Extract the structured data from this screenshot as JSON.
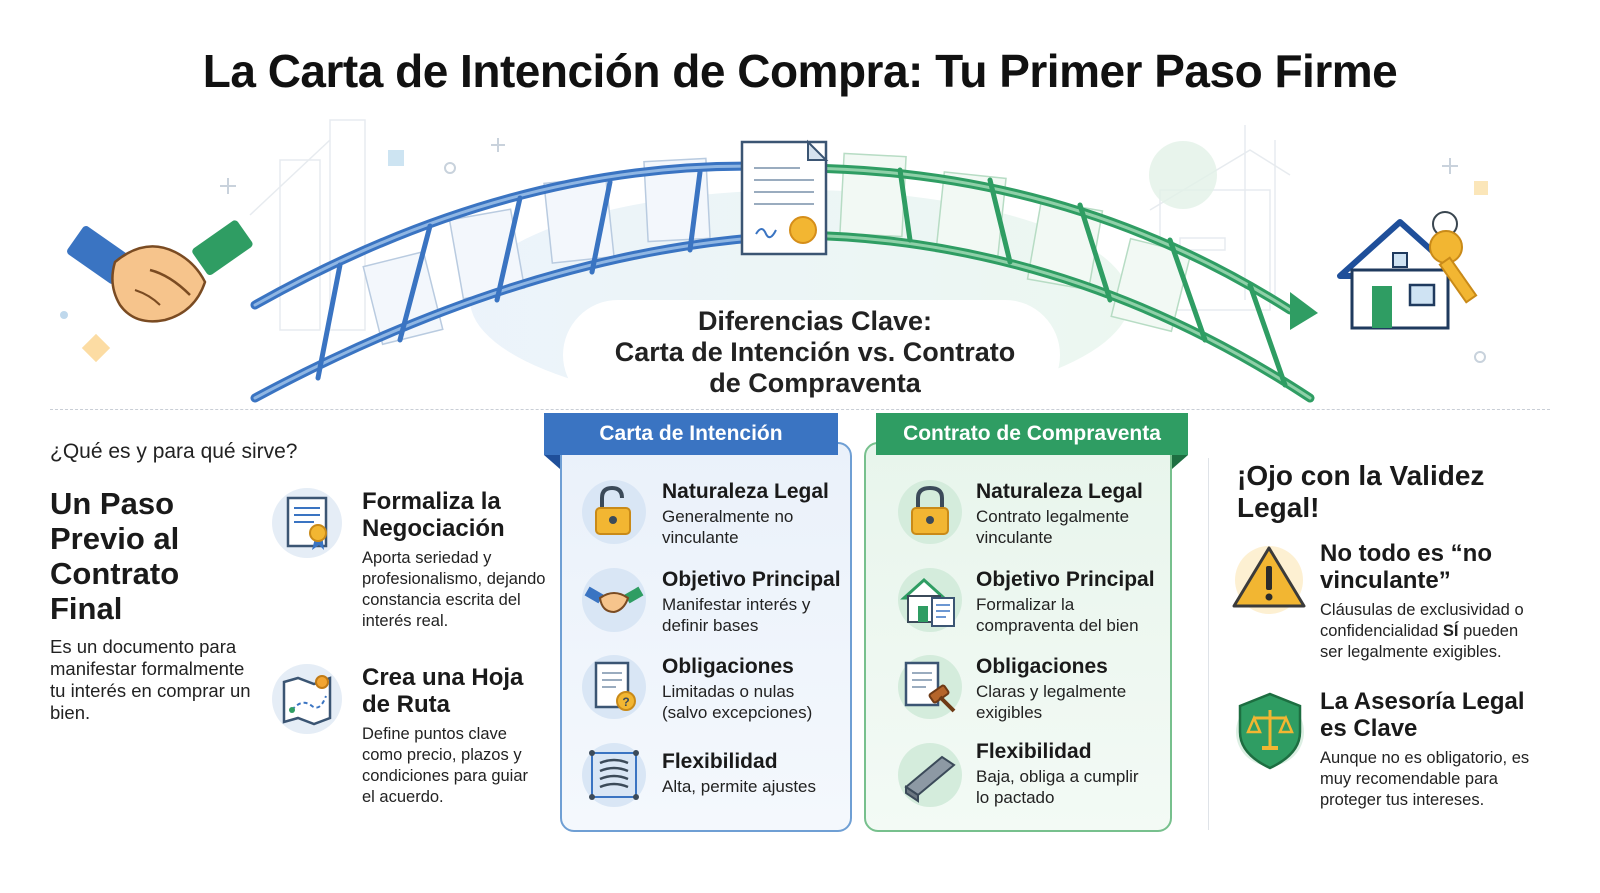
{
  "title": "La Carta de Intención de Compra: Tu Primer Paso Firme",
  "center": {
    "line1": "Diferencias Clave:",
    "line2": "Carta de Intención vs. Contrato",
    "line3": "de Compraventa"
  },
  "left": {
    "question": "¿Qué es y para qué sirve?",
    "heading": "Un Paso Previo al Contrato Final",
    "description": "Es un documento para manifestar formalmente tu interés en comprar un bien.",
    "features": [
      {
        "title": "Formaliza la Negociación",
        "desc": "Aporta seriedad y profesionalismo, dejando constancia escrita del interés real.",
        "icon": "certificate-icon"
      },
      {
        "title": "Crea una Hoja de Ruta",
        "desc": "Define puntos clave como precio, plazos y condiciones para guiar el acuerdo.",
        "icon": "map-route-icon"
      }
    ]
  },
  "comparison": {
    "carta": {
      "label": "Carta de Intención",
      "rows": [
        {
          "title": "Naturaleza Legal",
          "desc": "Generalmente no vinculante",
          "icon": "unlocked-padlock-icon"
        },
        {
          "title": "Objetivo Principal",
          "desc": "Manifestar interés y definir bases",
          "icon": "handshake-icon"
        },
        {
          "title": "Obligaciones",
          "desc": "Limitadas o nulas (salvo excepciones)",
          "icon": "document-question-icon"
        },
        {
          "title": "Flexibilidad",
          "desc": "Alta, permite ajustes",
          "icon": "spring-icon"
        }
      ]
    },
    "contrato": {
      "label": "Contrato de Compraventa",
      "rows": [
        {
          "title": "Naturaleza Legal",
          "desc": "Contrato legalmente vinculante",
          "icon": "locked-padlock-icon"
        },
        {
          "title": "Objetivo Principal",
          "desc": "Formalizar la compraventa del bien",
          "icon": "house-document-icon"
        },
        {
          "title": "Obligaciones",
          "desc": "Claras y legalmente exigibles",
          "icon": "gavel-document-icon"
        },
        {
          "title": "Flexibilidad",
          "desc": "Baja, obliga a cumplir lo pactado",
          "icon": "rigid-bar-icon"
        }
      ]
    }
  },
  "right": {
    "heading": "¡Ojo con la Validez Legal!",
    "items": [
      {
        "title": "No todo es “no vinculante”",
        "desc_pre": "Cláusulas de exclusividad o confidencialidad ",
        "desc_bold": "SÍ",
        "desc_post": " pueden ser legalmente exigibles.",
        "icon": "warning-icon"
      },
      {
        "title": "La Asesoría Legal es Clave",
        "desc": "Aunque no es obligatorio, es muy recomendable para proteger tus intereses.",
        "icon": "shield-scales-icon"
      }
    ]
  },
  "colors": {
    "blue": "#3a74c2",
    "green": "#2f9d63",
    "gold": "#f2b632",
    "skin": "#f6c48c"
  }
}
